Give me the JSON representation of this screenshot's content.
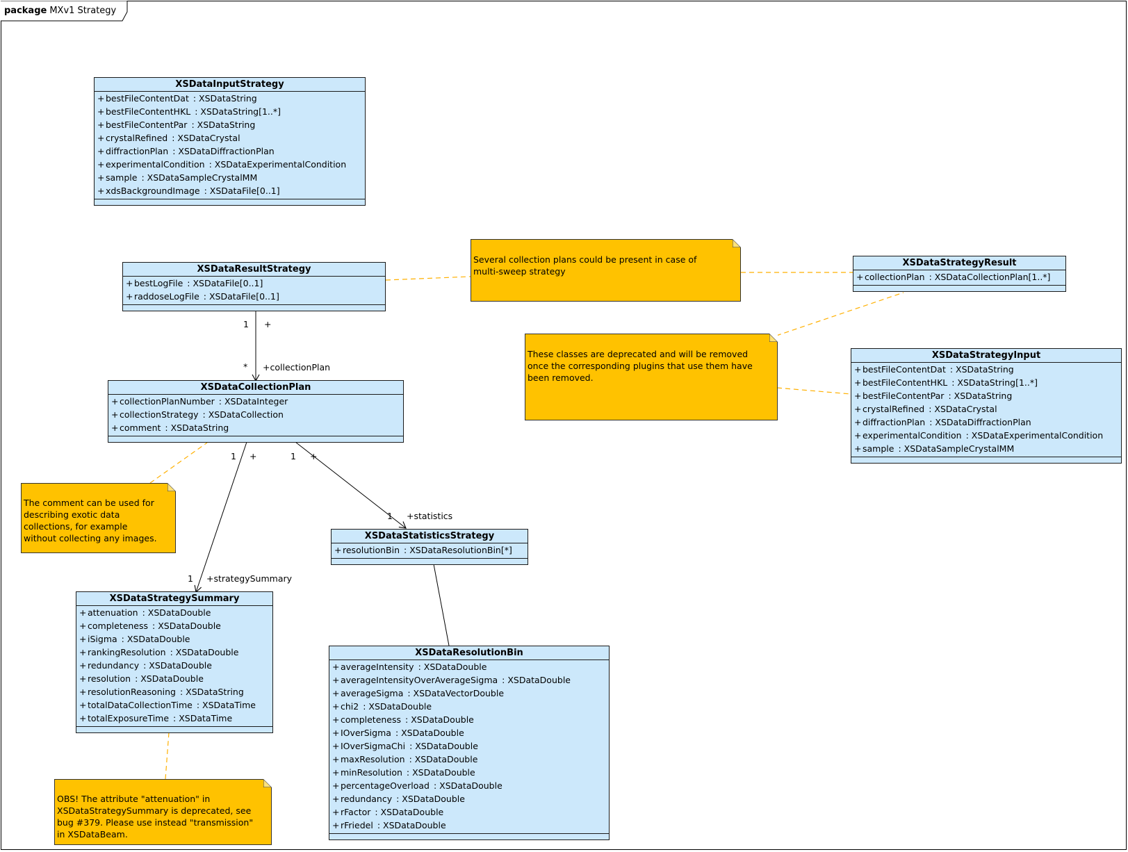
{
  "package": {
    "keyword": "package",
    "name": "MXv1 Strategy"
  },
  "classes": {
    "input_strategy": {
      "name": "XSDataInputStrategy",
      "attributes": [
        {
          "vis": "+",
          "name": "bestFileContentDat",
          "type": ": XSDataString"
        },
        {
          "vis": "+",
          "name": "bestFileContentHKL",
          "type": ": XSDataString[1..*]"
        },
        {
          "vis": "+",
          "name": "bestFileContentPar",
          "type": ": XSDataString"
        },
        {
          "vis": "+",
          "name": "crystalRefined",
          "type": ": XSDataCrystal"
        },
        {
          "vis": "+",
          "name": "diffractionPlan",
          "type": ": XSDataDiffractionPlan"
        },
        {
          "vis": "+",
          "name": "experimentalCondition",
          "type": ": XSDataExperimentalCondition"
        },
        {
          "vis": "+",
          "name": "sample",
          "type": ": XSDataSampleCrystalMM"
        },
        {
          "vis": "+",
          "name": "xdsBackgroundImage",
          "type": ": XSDataFile[0..1]"
        }
      ]
    },
    "result_strategy": {
      "name": "XSDataResultStrategy",
      "attributes": [
        {
          "vis": "+",
          "name": "bestLogFile",
          "type": ": XSDataFile[0..1]"
        },
        {
          "vis": "+",
          "name": "raddoseLogFile",
          "type": ": XSDataFile[0..1]"
        }
      ]
    },
    "strategy_result": {
      "name": "XSDataStrategyResult",
      "attributes": [
        {
          "vis": "+",
          "name": "collectionPlan",
          "type": ": XSDataCollectionPlan[1..*]"
        }
      ]
    },
    "strategy_input": {
      "name": "XSDataStrategyInput",
      "attributes": [
        {
          "vis": "+",
          "name": "bestFileContentDat",
          "type": ": XSDataString"
        },
        {
          "vis": "+",
          "name": "bestFileContentHKL",
          "type": ": XSDataString[1..*]"
        },
        {
          "vis": "+",
          "name": "bestFileContentPar",
          "type": ": XSDataString"
        },
        {
          "vis": "+",
          "name": "crystalRefined",
          "type": ": XSDataCrystal"
        },
        {
          "vis": "+",
          "name": "diffractionPlan",
          "type": ": XSDataDiffractionPlan"
        },
        {
          "vis": "+",
          "name": "experimentalCondition",
          "type": ": XSDataExperimentalCondition"
        },
        {
          "vis": "+",
          "name": "sample",
          "type": ": XSDataSampleCrystalMM"
        }
      ]
    },
    "collection_plan": {
      "name": "XSDataCollectionPlan",
      "attributes": [
        {
          "vis": "+",
          "name": "collectionPlanNumber",
          "type": ": XSDataInteger"
        },
        {
          "vis": "+",
          "name": "collectionStrategy",
          "type": ": XSDataCollection"
        },
        {
          "vis": "+",
          "name": "comment",
          "type": ": XSDataString"
        }
      ]
    },
    "statistics_strategy": {
      "name": "XSDataStatisticsStrategy",
      "attributes": [
        {
          "vis": "+",
          "name": "resolutionBin",
          "type": ": XSDataResolutionBin[*]"
        }
      ]
    },
    "strategy_summary": {
      "name": "XSDataStrategySummary",
      "attributes": [
        {
          "vis": "+",
          "name": "attenuation",
          "type": ": XSDataDouble"
        },
        {
          "vis": "+",
          "name": "completeness",
          "type": ": XSDataDouble"
        },
        {
          "vis": "+",
          "name": "iSigma",
          "type": ": XSDataDouble"
        },
        {
          "vis": "+",
          "name": "rankingResolution",
          "type": ": XSDataDouble"
        },
        {
          "vis": "+",
          "name": "redundancy",
          "type": ": XSDataDouble"
        },
        {
          "vis": "+",
          "name": "resolution",
          "type": ": XSDataDouble"
        },
        {
          "vis": "+",
          "name": "resolutionReasoning",
          "type": ": XSDataString"
        },
        {
          "vis": "+",
          "name": "totalDataCollectionTime",
          "type": ": XSDataTime"
        },
        {
          "vis": "+",
          "name": "totalExposureTime",
          "type": ": XSDataTime"
        }
      ]
    },
    "resolution_bin": {
      "name": "XSDataResolutionBin",
      "attributes": [
        {
          "vis": "+",
          "name": "averageIntensity",
          "type": ": XSDataDouble"
        },
        {
          "vis": "+",
          "name": "averageIntensityOverAverageSigma",
          "type": ": XSDataDouble"
        },
        {
          "vis": "+",
          "name": "averageSigma",
          "type": ": XSDataVectorDouble"
        },
        {
          "vis": "+",
          "name": "chi2",
          "type": ": XSDataDouble"
        },
        {
          "vis": "+",
          "name": "completeness",
          "type": ": XSDataDouble"
        },
        {
          "vis": "+",
          "name": "IOverSigma",
          "type": ": XSDataDouble"
        },
        {
          "vis": "+",
          "name": "IOverSigmaChi",
          "type": ": XSDataDouble"
        },
        {
          "vis": "+",
          "name": "maxResolution",
          "type": ": XSDataDouble"
        },
        {
          "vis": "+",
          "name": "minResolution",
          "type": ": XSDataDouble"
        },
        {
          "vis": "+",
          "name": "percentageOverload",
          "type": ": XSDataDouble"
        },
        {
          "vis": "+",
          "name": "redundancy",
          "type": ": XSDataDouble"
        },
        {
          "vis": "+",
          "name": "rFactor",
          "type": ": XSDataDouble"
        },
        {
          "vis": "+",
          "name": "rFriedel",
          "type": ": XSDataDouble"
        }
      ]
    }
  },
  "notes": {
    "multi_sweep": "Several collection plans could be present in case of\nmulti-sweep strategy",
    "deprecated": "These classes are deprecated and will be removed\nonce the corresponding plugins that use them have\nbeen removed.",
    "comment_usage": "The comment can be used for\ndescribing exotic data\ncollections, for example\nwithout collecting any images.",
    "attenuation_obs": "OBS! The attribute \"attenuation\" in\nXSDataStrategySummary is deprecated, see\nbug #379. Please use instead \"transmission\"\nin XSDataBeam."
  },
  "associations": {
    "result_to_plan": {
      "src_mult": "1",
      "src_vis": "+",
      "tgt_mult": "*",
      "tgt_role": "+collectionPlan"
    },
    "plan_to_summary": {
      "src_mult": "1",
      "src_vis": "+",
      "tgt_mult": "1",
      "tgt_role": "+strategySummary"
    },
    "plan_to_statistics": {
      "src_mult": "1",
      "src_vis": "+",
      "tgt_mult": "1",
      "tgt_role": "+statistics"
    }
  },
  "colors": {
    "class_fill": "#cce8fb",
    "note_fill": "#ffc200",
    "note_link": "#ffb000",
    "line": "#000000"
  }
}
